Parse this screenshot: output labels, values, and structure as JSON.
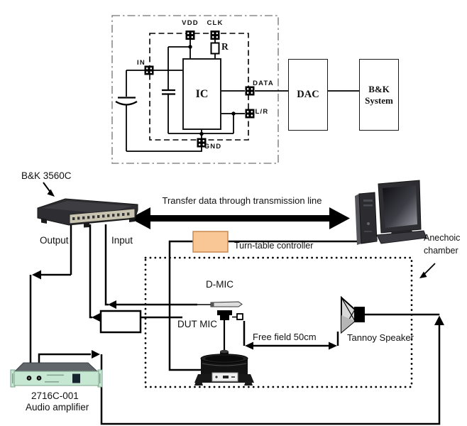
{
  "figure": {
    "circuit": {
      "pins": {
        "vdd": "VDD",
        "clk": "CLK",
        "in": "IN",
        "data": "DATA",
        "lr": "L/R",
        "gnd": "GND"
      },
      "resistor": "R",
      "ic": "IC",
      "dac": "DAC",
      "bk_system": "B&K System"
    },
    "setup": {
      "analyzer": "B&K 3560C",
      "output": "Output",
      "input": "Input",
      "transfer": "Transfer data through transmission line",
      "controller": "Turn-table controller",
      "chamber": "Anechoic chamber",
      "dmic": "D-MIC",
      "dut_mic": "DUT MIC",
      "free_field": "Free field 50cm",
      "speaker": "Tannoy Speaker",
      "amplifier_model": "2716C-001",
      "amplifier": "Audio amplifier"
    },
    "colors": {
      "controller_fill": "#f9c795",
      "controller_border": "#c98850",
      "amplifier_fill": "#c6e8d2",
      "wire": "#000000",
      "dash_box": "#8a8a8a"
    }
  }
}
